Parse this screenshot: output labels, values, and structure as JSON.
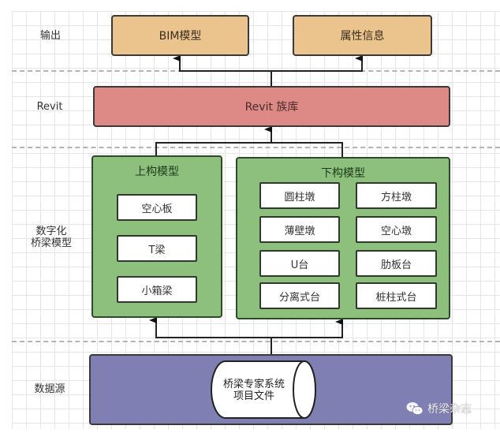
{
  "lanes": {
    "output": "输出",
    "revit": "Revit",
    "digital_line1": "数字化",
    "digital_line2": "桥梁模型",
    "source": "数据源"
  },
  "output": {
    "bim": "BIM模型",
    "attributes": "属性信息"
  },
  "revit": {
    "library": "Revit 族库"
  },
  "superstructure": {
    "title": "上构模型",
    "items": [
      "空心板",
      "T梁",
      "小箱梁"
    ]
  },
  "substructure": {
    "title": "下构模型",
    "items": [
      "圆柱墩",
      "方柱墩",
      "薄壁墩",
      "空心墩",
      "U台",
      "肋板台",
      "分离式台",
      "桩柱式台"
    ]
  },
  "source": {
    "file_line1": "桥梁专家系统",
    "file_line2": "项目文件"
  },
  "watermark": {
    "icon": "wechat-icon",
    "text": "桥梁杂志"
  },
  "colors": {
    "output": "#eac38d",
    "revit": "#dd8a86",
    "model": "#8cc07c",
    "source": "#7f7fb4"
  }
}
